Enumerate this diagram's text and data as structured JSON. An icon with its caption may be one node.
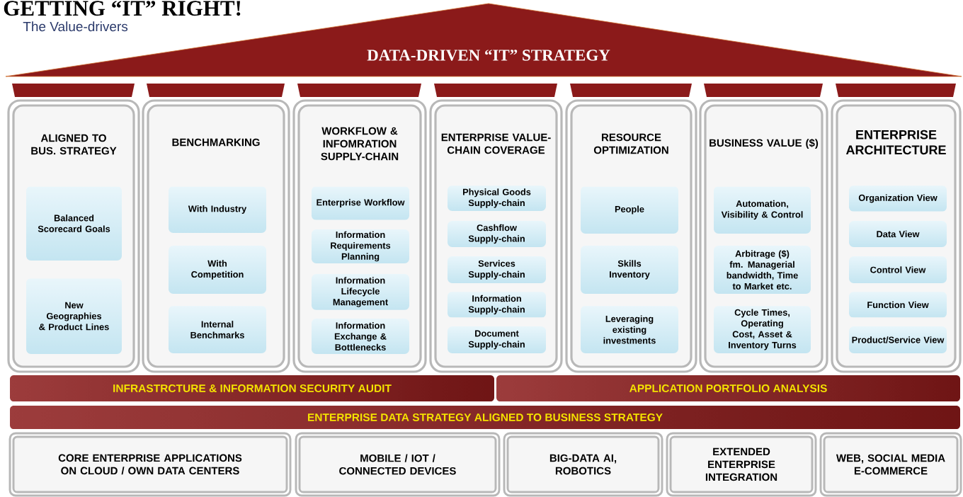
{
  "diagram": {
    "title": "GETTING “IT” RIGHT!",
    "nodes": [
      {
        "text": [
          "DATA-DRIVEN “IT” STRATEGY"
        ]
      },
      {
        "text": [
          "ALIGNED TO BUS. STRATEGY"
        ]
      },
      {
        "text": [
          "Balanced Scorecard Goals"
        ],
        "in": 1
      },
      {
        "text": [
          "New Geographies & Product Lines"
        ],
        "in": 1
      },
      {
        "text": [
          "BENCHMARKING"
        ]
      },
      {
        "text": [
          "With Industry"
        ],
        "in": 4
      },
      {
        "text": [
          "With Competition"
        ],
        "in": 4
      },
      {
        "text": [
          "Internal Benchmarks"
        ],
        "in": 4
      },
      {
        "text": [
          "WORKFLOW & INFOMRATION SUPPLY-CHAIN"
        ]
      },
      {
        "text": [
          "Enterprise Workflow"
        ],
        "in": 8
      },
      {
        "text": [
          "Information Requirements Planning"
        ],
        "in": 8
      },
      {
        "text": [
          "Information Lifecycle Management"
        ],
        "in": 8
      },
      {
        "text": [
          "Information Exchange & Bottlenecks"
        ],
        "in": 8
      },
      {
        "text": [
          "ENTERPRISE VALUE-CHAIN COVERAGE"
        ]
      },
      {
        "text": [
          "Physical Goods Supply-chain"
        ],
        "in": 13
      },
      {
        "text": [
          "Cashflow Supply-chain"
        ],
        "in": 13
      },
      {
        "text": [
          "Services Supply-chain"
        ],
        "in": 13
      },
      {
        "text": [
          "Information Supply-chain"
        ],
        "in": 13
      },
      {
        "text": [
          "Document Supply-chain"
        ],
        "in": 13
      },
      {
        "text": [
          "RESOURCE OPTIMIZATION"
        ]
      },
      {
        "text": [
          "People"
        ],
        "in": 19
      },
      {
        "text": [
          "Skills Inventory"
        ],
        "in": 19
      },
      {
        "text": [
          "Leveraging existing investments"
        ],
        "in": 19
      },
      {
        "text": [
          "BUSINESS VALUE ($)"
        ]
      },
      {
        "text": [
          "Automation, Visibility & Control"
        ],
        "in": 23
      },
      {
        "text": [
          "Arbitrage ($) fm. Managerial bandwidth, Time to Market etc."
        ],
        "in": 23
      },
      {
        "text": [
          "Cycle Times, Operating Cost, Asset & Inventory Turns"
        ],
        "in": 23
      },
      {
        "text": [
          "ENTERPRISE ARCHITECTURE"
        ]
      },
      {
        "text": [
          "Organization View"
        ],
        "in": 27
      },
      {
        "text": [
          "Data View"
        ],
        "in": 27
      },
      {
        "text": [
          "Control View"
        ],
        "in": 27
      },
      {
        "text": [
          "Function View"
        ],
        "in": 27
      },
      {
        "text": [
          "Product/Service View"
        ],
        "in": 27
      },
      {
        "text": [
          "INFRASTRCTURE & INFORMATION SECURITY AUDIT"
        ]
      },
      {
        "text": [
          "APPLICATION PORTFOLIO ANALYSIS"
        ]
      },
      {
        "text": [
          "ENTERPRISE DATA STRATEGY ALIGNED TO BUSINESS STRATEGY"
        ]
      },
      {
        "text": [
          "CORE ENTERPRISE APPLICATIONS ON CLOUD / OWN DATA CENTERS"
        ]
      },
      {
        "text": [
          "MOBILE / IOT / CONNECTED DEVICES"
        ]
      },
      {
        "text": [
          "BIG-DATA AI, ROBOTICS"
        ]
      },
      {
        "text": [
          "EXTENDED ENTERPRISE INTEGRATION"
        ]
      },
      {
        "text": [
          "WEB, SOCIAL MEDIA E-COMMERCE"
        ]
      }
    ],
    "labels": [
      "The Value-drivers"
    ]
  }
}
